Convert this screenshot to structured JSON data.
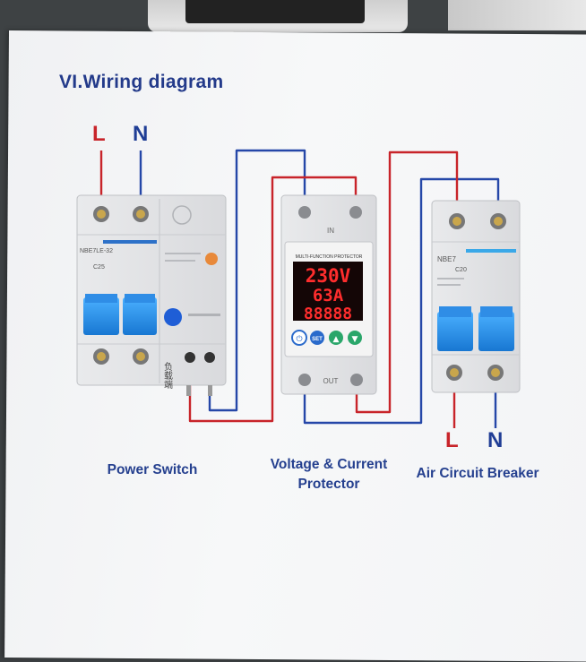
{
  "diagram": {
    "title": "VI.Wiring diagram",
    "terminals": {
      "input_l": "L",
      "input_n": "N",
      "output_l": "L",
      "output_n": "N"
    },
    "labels": {
      "power_switch": "Power Switch",
      "protector": "Voltage & Current Protector",
      "breaker": "Air Circuit Breaker"
    },
    "power_switch": {
      "model": "NBE7LE-32",
      "rating": "C25",
      "side_text": "负载端"
    },
    "protector": {
      "header": "MULTI-FUNCTION PROTECTOR",
      "in_label": "IN",
      "out_label": "OUT",
      "voltage_display": "230V",
      "current_display": "63A",
      "third_display": "88888",
      "set_button": "SET"
    },
    "breaker": {
      "model": "NBE7",
      "rating": "C20"
    },
    "colors": {
      "live_wire": "#c8242a",
      "neutral_wire": "#2547a8",
      "title": "#233a8a",
      "handle": "#1e8ae6",
      "display_digits": "#ff2d2d"
    }
  }
}
